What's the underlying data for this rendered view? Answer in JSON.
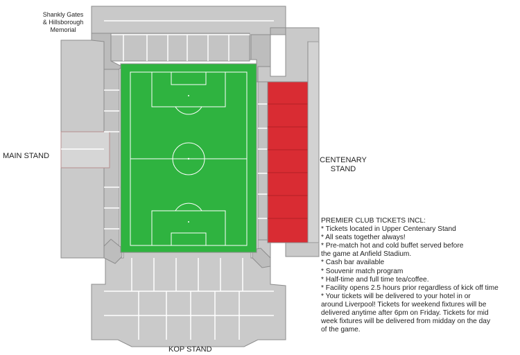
{
  "labels": {
    "memorial_line1": "Shankly Gates",
    "memorial_line2": "& Hillsborough",
    "memorial_line3": "Memorial",
    "main_stand": "MAIN STAND",
    "centenary_line1": "CENTENARY",
    "centenary_line2": "STAND",
    "kop_stand": "KOP STAND"
  },
  "colors": {
    "seating": "#c9c9c9",
    "seating_dark": "#b4b4b4",
    "seat_lines": "#ffffff",
    "outline": "#8c8c8c",
    "pitch": "#2fb340",
    "pitch_lines": "#ffffff",
    "highlight_section": "#d92c33",
    "text": "#222222"
  },
  "highlighted_section": "Upper Centenary Stand",
  "ticket_info": {
    "title": "PREMIER CLUB TICKETS INCL:",
    "items": [
      "* Tickets located in Upper Centenary Stand",
      "* All seats together always!",
      "* Pre-match hot and cold buffet served before",
      "the game at Anfield Stadium.",
      "* Cash bar available",
      "* Souvenir match program",
      "* Half-time and full time tea/coffee.",
      "* Facility opens 2.5 hours prior regardless of kick off time",
      "* Your tickets will be delivered to your hotel in or",
      "around Liverpool! Tickets for weekend fixtures will be",
      "delivered anytime after 6pm on Friday. Tickets for mid",
      "week fixtures will be delivered from midday on the day",
      "of the game."
    ]
  }
}
